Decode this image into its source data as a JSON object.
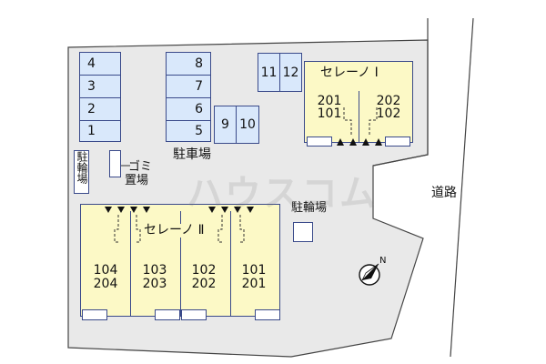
{
  "lot_slots": {
    "left_column": [
      "4",
      "3",
      "2",
      "1"
    ],
    "middle_column": [
      "8",
      "7",
      "6",
      "5"
    ],
    "pair_a": [
      "9",
      "10"
    ],
    "pair_b": [
      "11",
      "12"
    ]
  },
  "labels": {
    "parking": "駐車場",
    "bicycle_parking_vertical": "駐輪場",
    "bicycle_parking": "駐輪場",
    "garbage": "ゴミ置場",
    "garbage_line1": "ゴミ",
    "garbage_line2": "置場",
    "road": "道路",
    "watermark": "ハウスコム"
  },
  "building_1": {
    "name": "セレーノ Ⅰ",
    "units_left": [
      "201",
      "101"
    ],
    "units_right": [
      "202",
      "102"
    ]
  },
  "building_2": {
    "name": "セレーノ Ⅱ",
    "units": [
      {
        "top": "104",
        "bottom": "204"
      },
      {
        "top": "103",
        "bottom": "203"
      },
      {
        "top": "102",
        "bottom": "202"
      },
      {
        "top": "101",
        "bottom": "201"
      }
    ]
  },
  "compass": {
    "north_label": "N"
  },
  "colors": {
    "lot_fill": "#e9e9e9",
    "parking_fill": "#d9e8fb",
    "building_fill": "#fcf9c6",
    "outline": "#3a4a8a"
  }
}
